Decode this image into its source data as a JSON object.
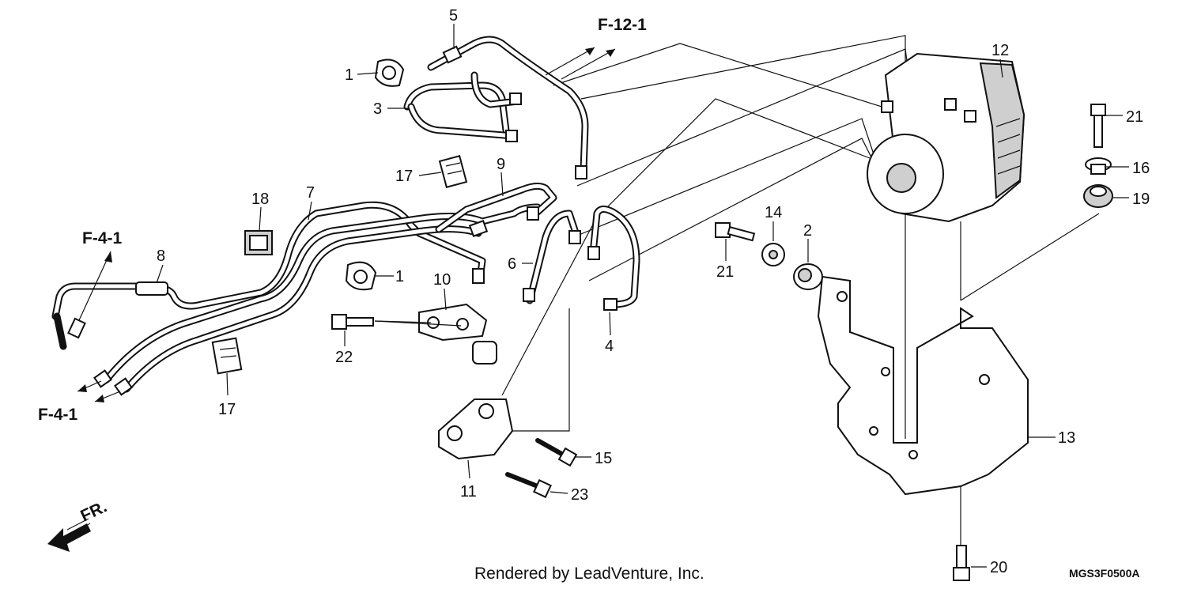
{
  "diagram": {
    "callouts": [
      {
        "id": "c1a",
        "text": "1"
      },
      {
        "id": "c1b",
        "text": "1"
      },
      {
        "id": "c2",
        "text": "2"
      },
      {
        "id": "c3",
        "text": "3"
      },
      {
        "id": "c4",
        "text": "4"
      },
      {
        "id": "c5",
        "text": "5"
      },
      {
        "id": "c6",
        "text": "6"
      },
      {
        "id": "c7",
        "text": "7"
      },
      {
        "id": "c8",
        "text": "8"
      },
      {
        "id": "c9",
        "text": "9"
      },
      {
        "id": "c10",
        "text": "10"
      },
      {
        "id": "c11",
        "text": "11"
      },
      {
        "id": "c12",
        "text": "12"
      },
      {
        "id": "c13",
        "text": "13"
      },
      {
        "id": "c14",
        "text": "14"
      },
      {
        "id": "c15",
        "text": "15"
      },
      {
        "id": "c16",
        "text": "16"
      },
      {
        "id": "c17a",
        "text": "17"
      },
      {
        "id": "c17b",
        "text": "17"
      },
      {
        "id": "c18",
        "text": "18"
      },
      {
        "id": "c19",
        "text": "19"
      },
      {
        "id": "c20",
        "text": "20"
      },
      {
        "id": "c21a",
        "text": "21"
      },
      {
        "id": "c21b",
        "text": "21"
      },
      {
        "id": "c22",
        "text": "22"
      },
      {
        "id": "c23",
        "text": "23"
      }
    ],
    "references": [
      {
        "id": "ref-f12-1",
        "text": "F-12-1"
      },
      {
        "id": "ref-f4-1-top",
        "text": "F-4-1"
      },
      {
        "id": "ref-f4-1-bottom",
        "text": "F-4-1"
      }
    ],
    "front_label": "FR.",
    "credit": "Rendered by LeadVenture, Inc.",
    "diagram_code": "MGS3F0500A"
  }
}
